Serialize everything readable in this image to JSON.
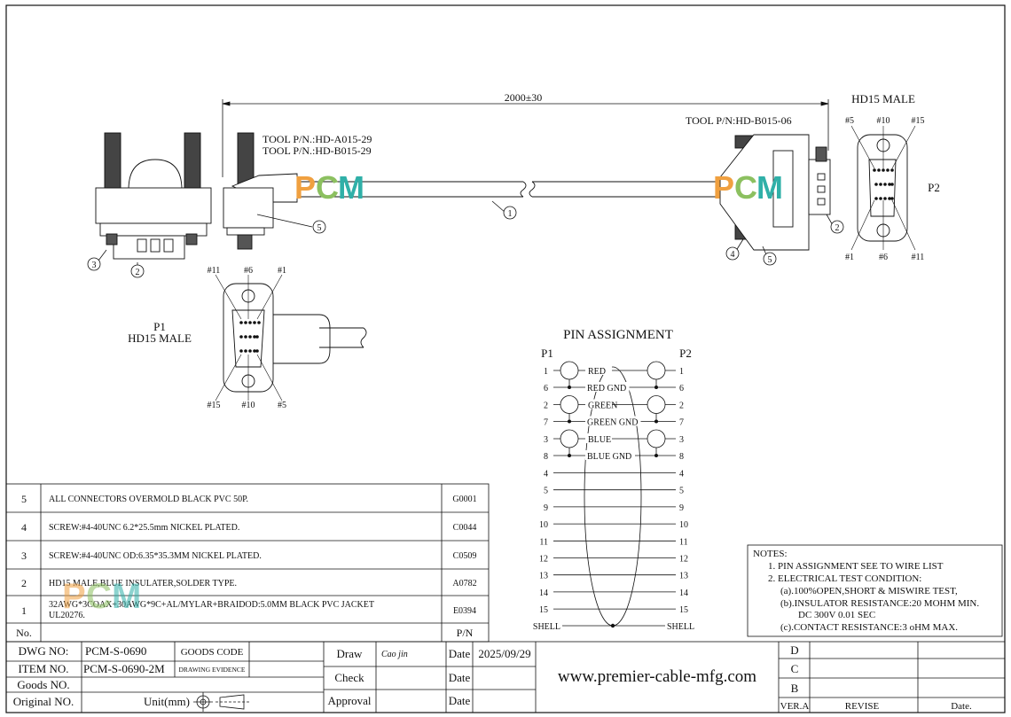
{
  "dimension": "2000±30",
  "p1_tool": [
    "TOOL P/N.:HD-A015-29",
    "TOOL P/N.:HD-B015-29"
  ],
  "p2_tool": "TOOL P/N:HD-B015-06",
  "p2_title": "HD15 MALE",
  "p2_label": "P2",
  "p1_label": "P1",
  "p1_type": "HD15 MALE",
  "watermark": {
    "p": "P",
    "c": "C",
    "m": "M",
    "colors": {
      "p": "#f0a040",
      "c": "#8cc060",
      "m": "#30b0a8"
    }
  },
  "balloons": [
    "1",
    "2",
    "3",
    "4",
    "5"
  ],
  "p2_pins": {
    "top": [
      "#5",
      "#10",
      "#15"
    ],
    "bottom": [
      "#1",
      "#6",
      "#11"
    ]
  },
  "p1_pins": {
    "top": [
      "#11",
      "#6",
      "#1"
    ],
    "bottom": [
      "#15",
      "#10",
      "#5"
    ]
  },
  "pin_assignment": {
    "title": "PIN ASSIGNMENT",
    "left_head": "P1",
    "right_head": "P2",
    "pairs": [
      {
        "signal": "RED",
        "pin": "1",
        "gnd": "RED GND",
        "gpin": "6"
      },
      {
        "signal": "GREEN",
        "pin": "2",
        "gnd": "GREEN GND",
        "gpin": "7"
      },
      {
        "signal": "BLUE",
        "pin": "3",
        "gnd": "BLUE GND",
        "gpin": "8"
      }
    ],
    "singles": [
      "4",
      "5",
      "9",
      "10",
      "11",
      "12",
      "13",
      "14",
      "15"
    ],
    "shell": "SHELL"
  },
  "bom": [
    {
      "no": "5",
      "desc": "ALL CONNECTORS OVERMOLD BLACK PVC 50P.",
      "pn": "G0001"
    },
    {
      "no": "4",
      "desc": "SCREW:#4-40UNC 6.2*25.5mm NICKEL PLATED.",
      "pn": "C0044"
    },
    {
      "no": "3",
      "desc": "SCREW:#4-40UNC OD:6.35*35.3MM NICKEL PLATED.",
      "pn": "C0509"
    },
    {
      "no": "2",
      "desc": "HD15 MALE,BLUE INSULATER,SOLDER TYPE.",
      "pn": "A0782"
    },
    {
      "no": "1",
      "desc": "32AWG*3COAX+30AWG*9C+AL/MYLAR+BRAIDOD:5.0MM BLACK PVC JACKET",
      "desc2": "UL20276.",
      "pn": "E0394"
    }
  ],
  "bom_header": {
    "no": "No.",
    "pn": "P/N"
  },
  "notes": {
    "title": "NOTES:",
    "lines": [
      "1.  PIN ASSIGNMENT SEE TO WIRE LIST",
      "2.  ELECTRICAL TEST CONDITION:",
      "(a).100%OPEN,SHORT & MISWIRE TEST,",
      "(b).INSULATOR RESISTANCE:20 MOHM MIN.",
      "DC 300V 0.01 SEC",
      "(c).CONTACT RESISTANCE:3 oHM MAX."
    ]
  },
  "title_block": {
    "dwg_no_label": "DWG NO:",
    "dwg_no": "PCM-S-0690",
    "goods_code": "GOODS CODE",
    "item_no_label": "ITEM NO.",
    "item_no": "PCM-S-0690-2M",
    "drawing_evidence": "DRAWING EVIDENCE",
    "goods_no_label": "Goods NO.",
    "original_no_label": "Original NO.",
    "unit_label": "Unit(mm)",
    "draw": "Draw",
    "drawer": "Cao jin",
    "check": "Check",
    "approval": "Approval",
    "date": "Date",
    "date_value": "2025/09/29",
    "website": "www.premier-cable-mfg.com",
    "revs": [
      "D",
      "C",
      "B"
    ],
    "ver": "VER.A",
    "revise": "REVISE",
    "date_col": "Date."
  }
}
